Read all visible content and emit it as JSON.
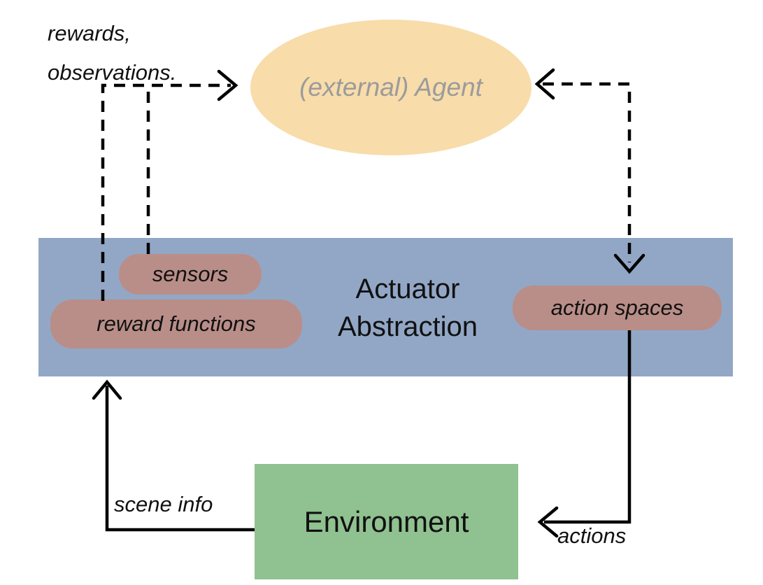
{
  "agent": {
    "label": "(external) Agent"
  },
  "actuator_band": {
    "title_line1": "Actuator",
    "title_line2": "Abstraction"
  },
  "pills": {
    "sensors": {
      "label": "sensors"
    },
    "reward_functions": {
      "label": "reward functions"
    },
    "action_spaces": {
      "label": "action spaces"
    }
  },
  "environment": {
    "label": "Environment"
  },
  "labels": {
    "rewards_observations": {
      "line1": "rewards,",
      "line2": "observations."
    },
    "scene_info": "scene info",
    "actions": "actions"
  },
  "colors": {
    "agent_fill": "#f8dcaa",
    "agent_text": "#9b9b9b",
    "band_fill": "#92a7c6",
    "pill_fill": "#b98e88",
    "environment_fill": "#90c190",
    "line": "#000000",
    "text": "#111111"
  }
}
